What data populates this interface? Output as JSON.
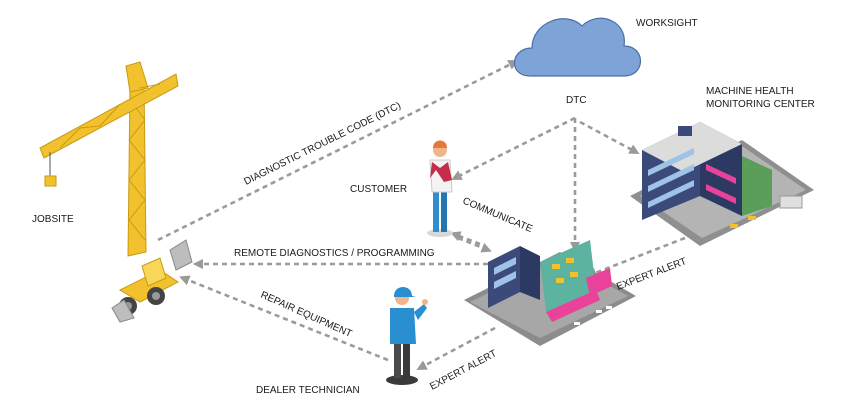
{
  "nodes": {
    "worksight": "WORKSIGHT",
    "machine_health_line1": "MACHINE HEALTH",
    "machine_health_line2": "MONITORING CENTER",
    "jobsite": "JOBSITE",
    "customer": "CUSTOMER",
    "dealer_technician": "DEALER TECHNICIAN"
  },
  "edges": {
    "dtc_long": "DIAGNOSTIC TROUBLE CODE (DTC)",
    "dtc_short": "DTC",
    "communicate": "COMMUNICATE",
    "remote": "REMOTE DIAGNOSTICS / PROGRAMMING",
    "repair": "REPAIR EQUIPMENT",
    "expert_alert_1": "EXPERT ALERT",
    "expert_alert_2": "EXPERT ALERT"
  },
  "colors": {
    "arrow": "#9a9a9a",
    "cloud": "#7ea3d6",
    "crane": "#f2c12e",
    "building_blue": "#3b4a7a",
    "accent_pink": "#e8429a",
    "shirt_blue": "#2a8fd1",
    "customer_shirt": "#c42e4a"
  },
  "icons": {
    "cloud": "cloud-icon",
    "crane": "crane-icon",
    "loader": "wheel-loader-icon",
    "customer": "person-icon",
    "technician": "technician-icon",
    "dealer": "dealer-building-icon",
    "center": "monitoring-center-icon"
  }
}
